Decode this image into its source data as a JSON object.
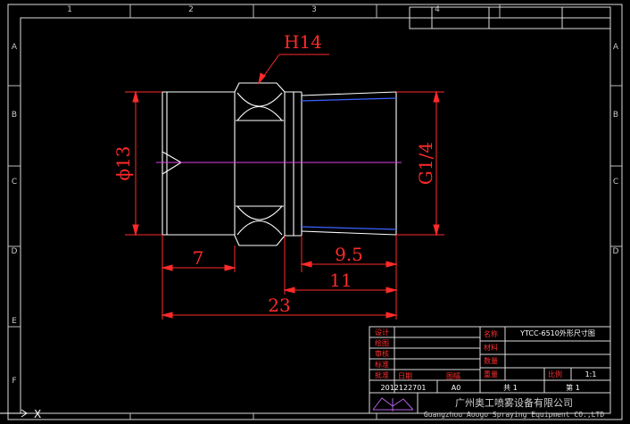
{
  "drawing": {
    "dims": {
      "hex": "H14",
      "dia": "ϕ13",
      "thread": "G1/4",
      "d7": "7",
      "d9_5": "9.5",
      "d11": "11",
      "d23": "23"
    },
    "ref_numbers": [
      "1",
      "2",
      "3",
      "4"
    ],
    "ref_letters": [
      "A",
      "B",
      "C",
      "D",
      "E",
      "F"
    ]
  },
  "title_block": {
    "left_labels": [
      "设计",
      "绘图",
      "审核",
      "标准",
      "批准"
    ],
    "label_name": "名称",
    "name_value": "YTCC-6510外形尺寸图",
    "label_material": "材料",
    "label_quantity": "数量",
    "label_weight": "重量",
    "label_scale": "比例",
    "scale_value": "1:1",
    "label_date": "日期",
    "label_size": "图幅",
    "date_value": "2012122701",
    "size_value": "A0",
    "sheet_total": "共 1",
    "sheet_index": "第 1",
    "company_cn": "广州奥工喷雾设备有限公司",
    "company_en": "Guangzhou Aoogo Spraying Equipment CO.,LTD"
  },
  "ucs": {
    "axis_label": "X"
  }
}
